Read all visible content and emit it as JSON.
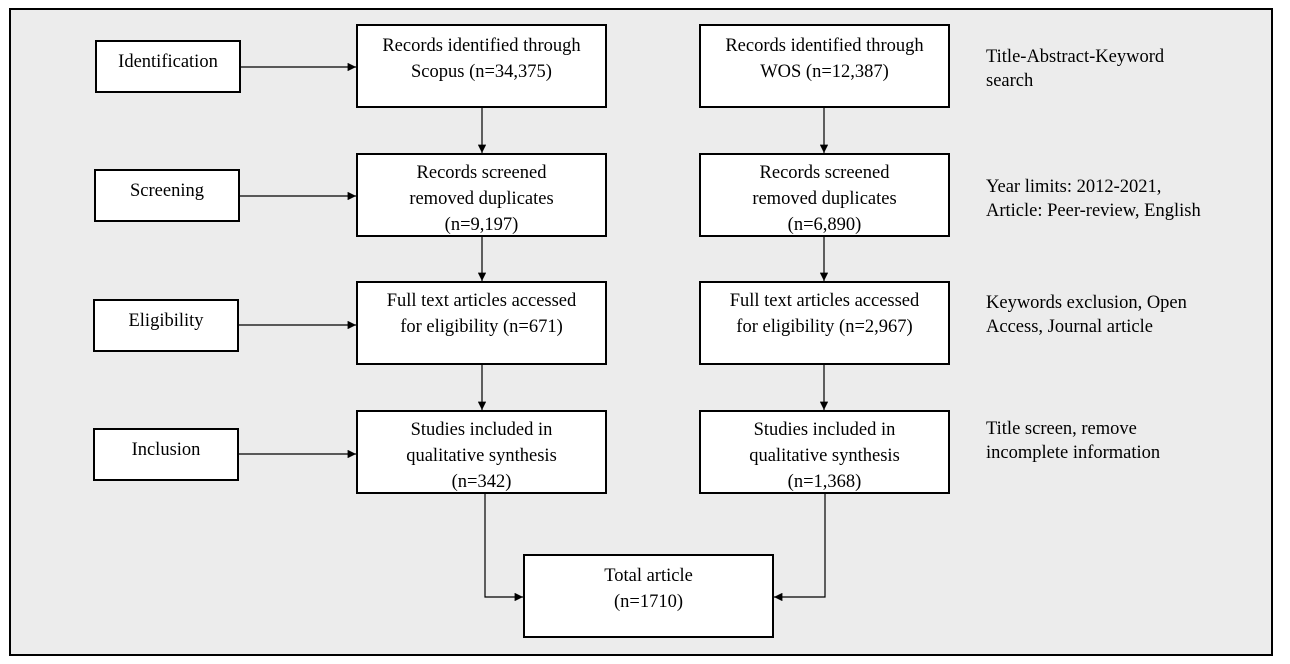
{
  "stages": {
    "identification": "Identification",
    "screening": "Screening",
    "eligibility": "Eligibility",
    "inclusion": "Inclusion"
  },
  "scopus": {
    "identified": [
      "Records identified through",
      "Scopus (n=34,375)"
    ],
    "screened": [
      "Records screened",
      "removed duplicates",
      "(n=9,197)"
    ],
    "eligibility": [
      "Full text articles accessed",
      "for eligibility (n=671)"
    ],
    "included": [
      "Studies included in",
      "qualitative synthesis",
      "(n=342)"
    ]
  },
  "wos": {
    "identified": [
      "Records identified through",
      "WOS (n=12,387)"
    ],
    "screened": [
      "Records screened",
      "removed duplicates",
      "(n=6,890)"
    ],
    "eligibility": [
      "Full text articles accessed",
      "for eligibility (n=2,967)"
    ],
    "included": [
      "Studies included in",
      "qualitative synthesis",
      "(n=1,368)"
    ]
  },
  "total": [
    "Total article",
    "(n=1710)"
  ],
  "notes": {
    "search": [
      "Title-Abstract-Keyword",
      "search"
    ],
    "limits": [
      "Year limits: 2012-2021,",
      "Article: Peer-review, English"
    ],
    "exclusion": [
      "Keywords exclusion, Open",
      "Access, Journal article"
    ],
    "screen": [
      "Title screen, remove",
      "incomplete information"
    ]
  }
}
